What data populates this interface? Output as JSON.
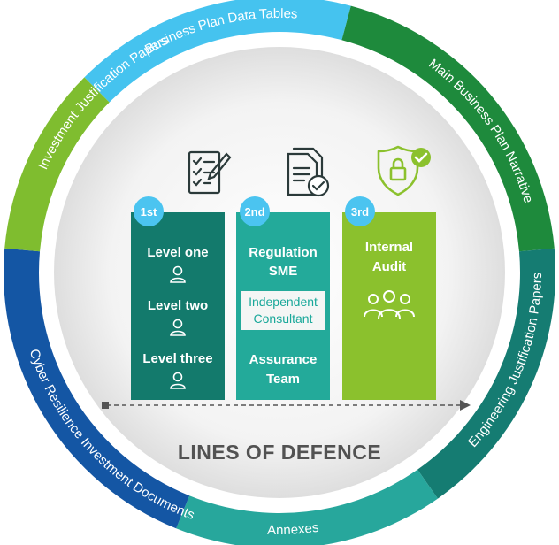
{
  "ring_segments": [
    {
      "label": "Business Plan Data Tables",
      "color": "#45c3ef"
    },
    {
      "label": "Main Business Plan Narrative",
      "color": "#1e8a3c"
    },
    {
      "label": "Engineering Justification Papers",
      "color": "#157c72"
    },
    {
      "label": "Annexes",
      "color": "#27a79c"
    },
    {
      "label": "Cyber Resilience Investment Documents",
      "color": "#1456a4"
    },
    {
      "label": "Investment Justification Papers",
      "color": "#7fbd2f"
    }
  ],
  "columns": [
    {
      "badge": "1st",
      "color": "#137a6c",
      "icon": "checklist-pen-icon",
      "levels": [
        "Level one",
        "Level two",
        "Level three"
      ]
    },
    {
      "badge": "2nd",
      "color": "#23aa9a",
      "icon": "documents-check-icon",
      "top_lines": [
        "Regulation",
        "SME"
      ],
      "consultant_lines": [
        "Independent",
        "Consultant"
      ],
      "bottom_lines": [
        "Assurance",
        "Team"
      ]
    },
    {
      "badge": "3rd",
      "color": "#8bc12d",
      "icon": "shield-lock-check-icon",
      "lines": [
        "Internal",
        "Audit"
      ],
      "group_icon": "people-group-icon"
    }
  ],
  "footer_title": "LINES OF DEFENCE",
  "accent_badge_color": "#4bc4f0"
}
